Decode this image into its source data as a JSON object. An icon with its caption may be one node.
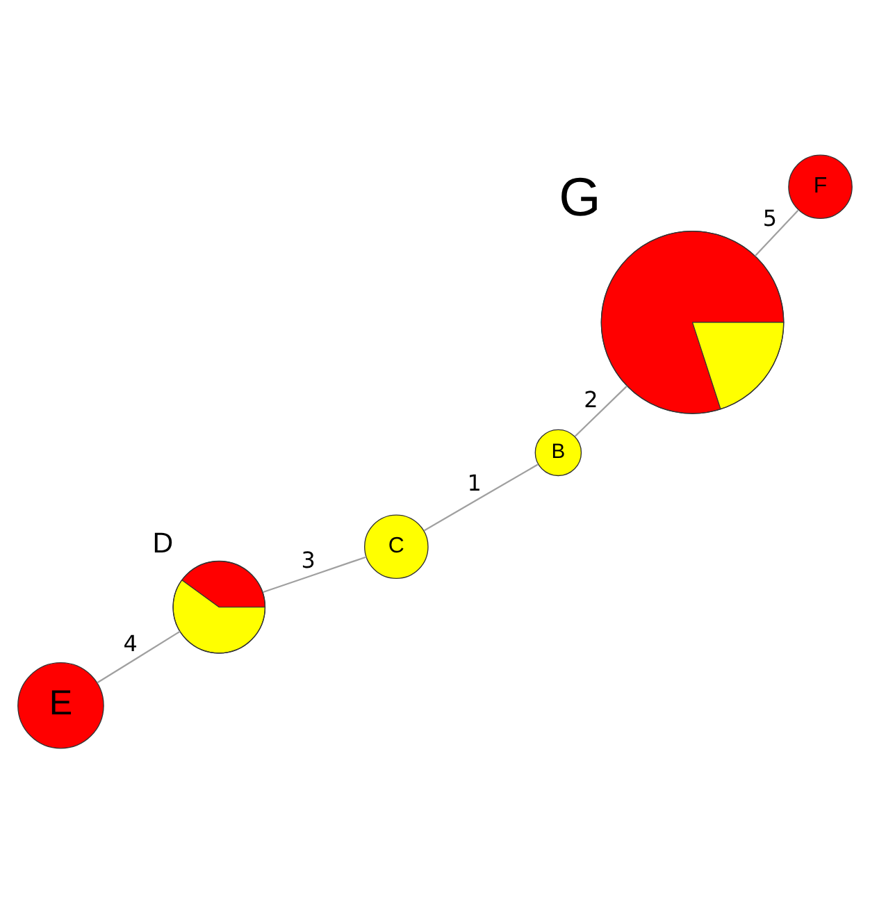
{
  "diagram": {
    "nodes": [
      {
        "text": [
          "F"
        ]
      },
      {
        "text": [
          "G"
        ]
      },
      {
        "text": [
          "B"
        ]
      },
      {
        "text": [
          "C"
        ]
      },
      {
        "text": [
          "D"
        ]
      },
      {
        "text": [
          "E"
        ]
      }
    ],
    "edges": [
      {
        "from": 0,
        "to": 1,
        "arrow": "none",
        "label": "5"
      },
      {
        "from": 1,
        "to": 2,
        "arrow": "none",
        "label": "2"
      },
      {
        "from": 2,
        "to": 3,
        "arrow": "none",
        "label": "1"
      },
      {
        "from": 3,
        "to": 4,
        "arrow": "none",
        "label": "3"
      },
      {
        "from": 4,
        "to": 5,
        "arrow": "none",
        "label": "4"
      }
    ]
  }
}
